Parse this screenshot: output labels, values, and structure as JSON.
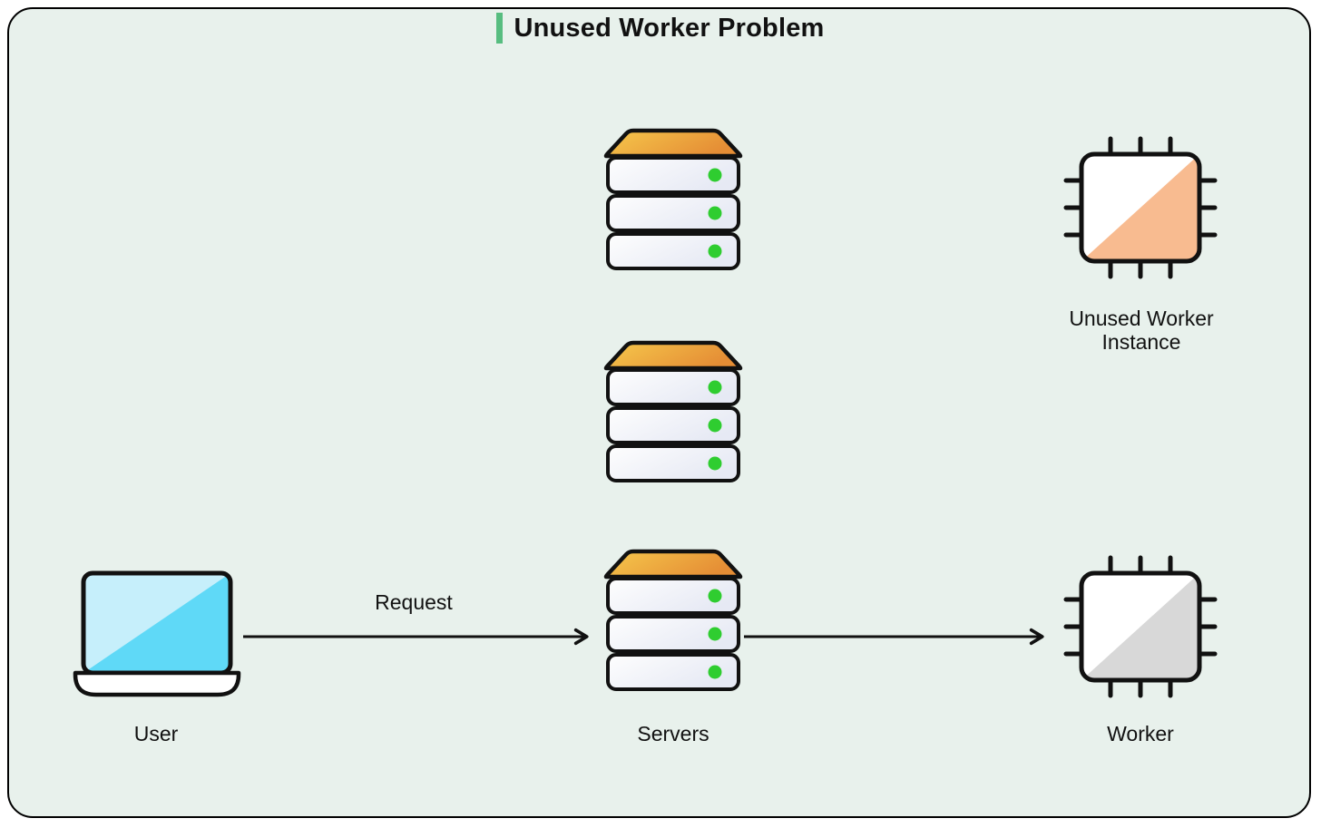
{
  "title": "Unused Worker Problem",
  "labels": {
    "user": "User",
    "request": "Request",
    "servers": "Servers",
    "worker": "Worker",
    "unused_worker_line1": "Unused Worker",
    "unused_worker_line2": "Instance"
  },
  "icons": {
    "user": "laptop-icon",
    "servers": "server-stack-icon",
    "worker": "chip-icon",
    "unused_worker": "chip-icon"
  },
  "colors": {
    "page_bg": "#ffffff",
    "card_bg": "#e8f1ec",
    "card_border": "#000000",
    "accent_green": "#57bd80",
    "text": "#111111",
    "outline": "#111111",
    "server_top_light": "#f6c94c",
    "server_top_dark": "#e58d35",
    "slab_light": "#fefefe",
    "slab_dark": "#e6e9f4",
    "status_dot": "#2fcd30",
    "laptop_screen_light": "#c6effb",
    "laptop_screen_dark": "#5fd9f7",
    "laptop_base": "#ffffff",
    "chip_body": "#ffffff",
    "chip_unused_fill": "#f8bb90",
    "chip_worker_fill": "#d8d8d8"
  }
}
